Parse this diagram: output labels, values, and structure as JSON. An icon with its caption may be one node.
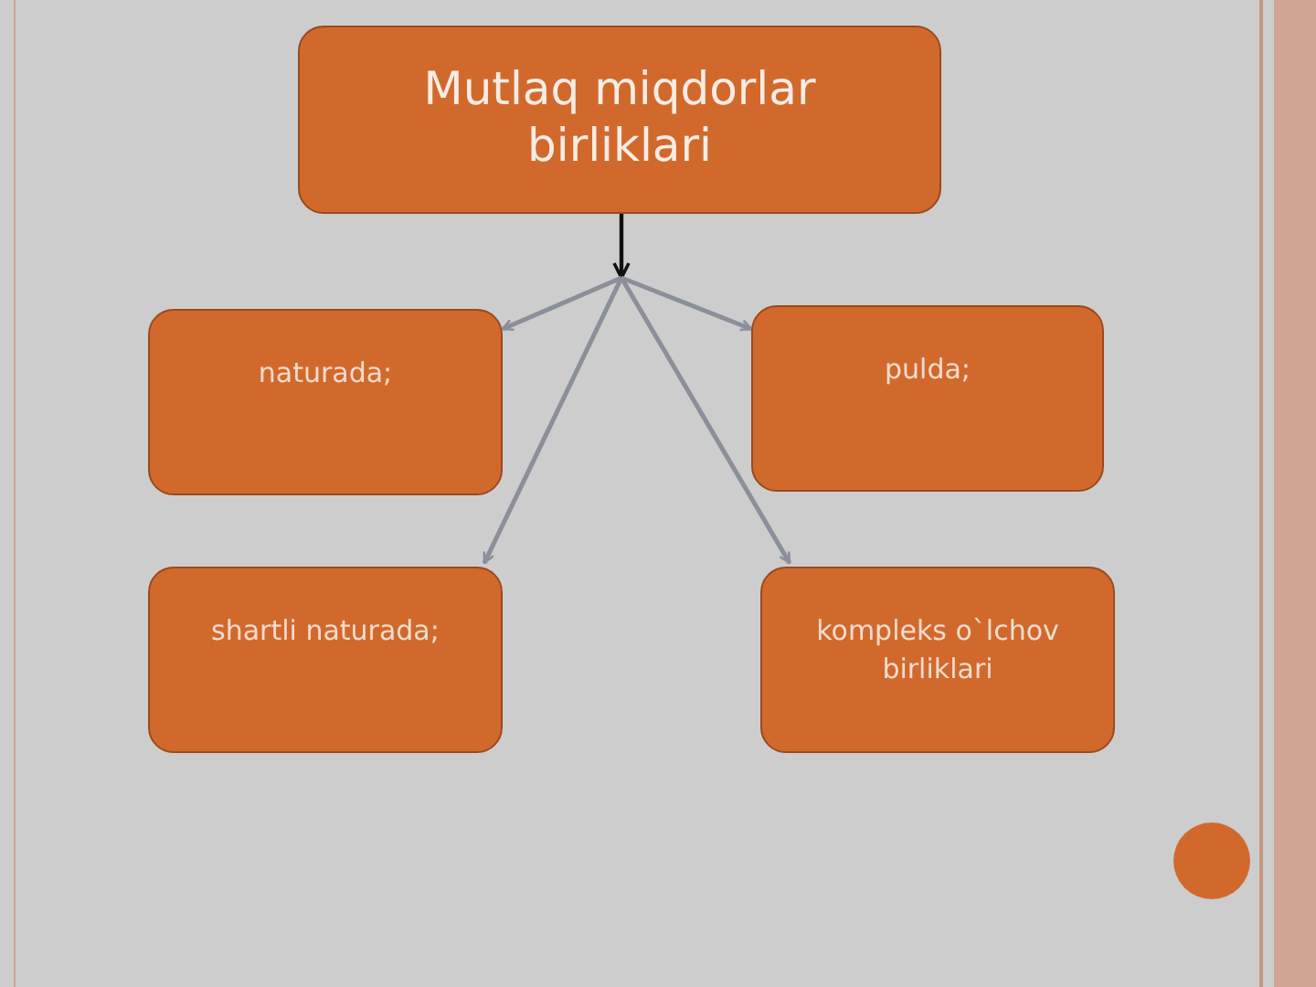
{
  "diagram": {
    "nodes": [
      {
        "text": [
          "Mutlaq miqdorlar birliklari"
        ]
      },
      {
        "text": [
          "naturada;"
        ]
      },
      {
        "text": [
          "pulda;"
        ]
      },
      {
        "text": [
          "shartli naturada;"
        ]
      },
      {
        "text": [
          "kompleks o`lchov birliklari"
        ]
      }
    ],
    "edges": [
      {
        "from": 0,
        "to": 1,
        "arrow": "to"
      },
      {
        "from": 0,
        "to": 2,
        "arrow": "to"
      },
      {
        "from": 0,
        "to": 3,
        "arrow": "to"
      },
      {
        "from": 0,
        "to": 4,
        "arrow": "to"
      }
    ]
  }
}
